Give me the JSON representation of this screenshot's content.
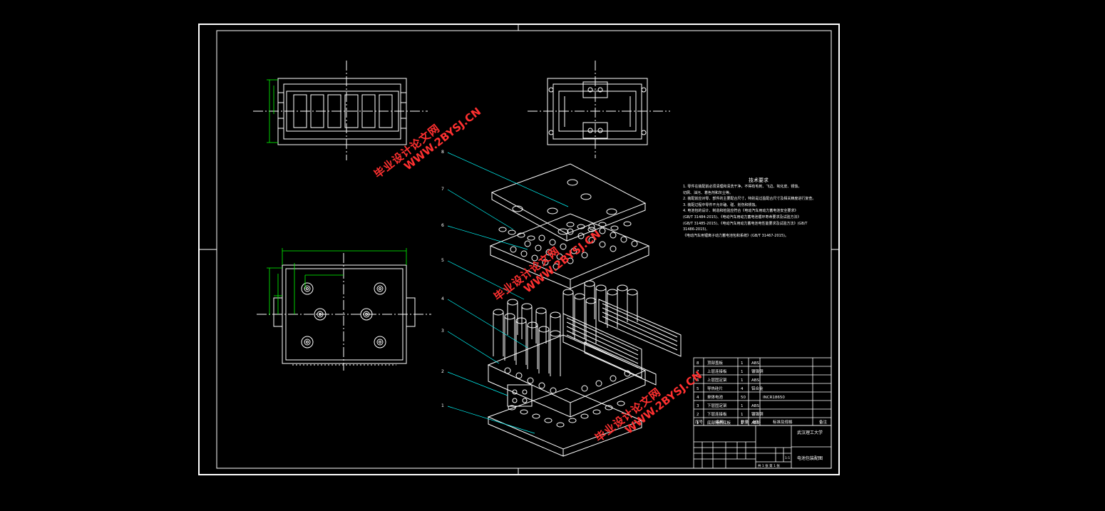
{
  "technical_requirements": {
    "title": "技术要求",
    "lines": [
      "1. 零件在装配前必须清理和清洗干净，不得有毛刺、飞边、氧化皮、锈蚀，",
      "   切屑、油污、着色剂和灰尘等。",
      "2. 装配前应对零、部件的主要配合尺寸，特别是过盈配合尺寸及相关精度进行复查。",
      "3. 装配过程中零件不允许磕、碰、划伤和锈蚀。",
      "4. 电池包的设计、制造和检验应符合《电动汽车用动力蓄电池安全要求》",
      "(GB/T 31484-2015)、《电动汽车用动力蓄电池循环寿命要求及试验方法》",
      "(GB/T 31485-2015)、《电动汽车用动力蓄电池电性能要求及试验方法》(GB/T",
      "31486-2015)、",
      "《电动汽车用锂离子动力蓄电池包和系统》(GB/T 31467-2015)。"
    ]
  },
  "balloons": [
    "8",
    "7",
    "6",
    "5",
    "4",
    "3",
    "2",
    "1"
  ],
  "bom": {
    "rows": [
      {
        "no": "8",
        "name": "顶部盖板",
        "qty": "1",
        "material": "ABS",
        "code": ""
      },
      {
        "no": "7",
        "name": "上层连接板",
        "qty": "1",
        "material": "镀镍铜",
        "code": ""
      },
      {
        "no": "6",
        "name": "上层固定架",
        "qty": "1",
        "material": "ABS",
        "code": ""
      },
      {
        "no": "5",
        "name": "导热硅片",
        "qty": "4",
        "material": "铝合金",
        "code": ""
      },
      {
        "no": "4",
        "name": "单体电池",
        "qty": "50",
        "material": "",
        "code": "INCR18650"
      },
      {
        "no": "3",
        "name": "下层固定架",
        "qty": "1",
        "material": "ABS",
        "code": ""
      },
      {
        "no": "2",
        "name": "下层连接板",
        "qty": "1",
        "material": "镀镍铜",
        "code": ""
      },
      {
        "no": "1",
        "name": "底部隔热底板",
        "qty": "1",
        "material": "ABS",
        "code": ""
      }
    ],
    "header": {
      "no": "序号",
      "name": "名称",
      "qty": "数量",
      "material": "材料",
      "code": "标准及规格",
      "remark": "备注"
    }
  },
  "title_block": {
    "school": "武汉理工大学",
    "drawing_name": "电池包装配图",
    "scale": "1:1",
    "sheet": "共 1 张 第 1 张"
  },
  "watermarks": [
    {
      "cn": "毕业设计论文网",
      "url": "WWW.2BYSJ.CN"
    },
    {
      "cn": "毕业设计论文网",
      "url": "WWW.2BYSJ.CN"
    },
    {
      "cn": "毕业设计论文网",
      "url": "WWW.2BYSJ.CN"
    }
  ],
  "colors": {
    "background": "#000000",
    "lines": "#ffffff",
    "dimensions": "#00ff00",
    "leaders": "#00ffff",
    "watermark": "#ff3030"
  }
}
